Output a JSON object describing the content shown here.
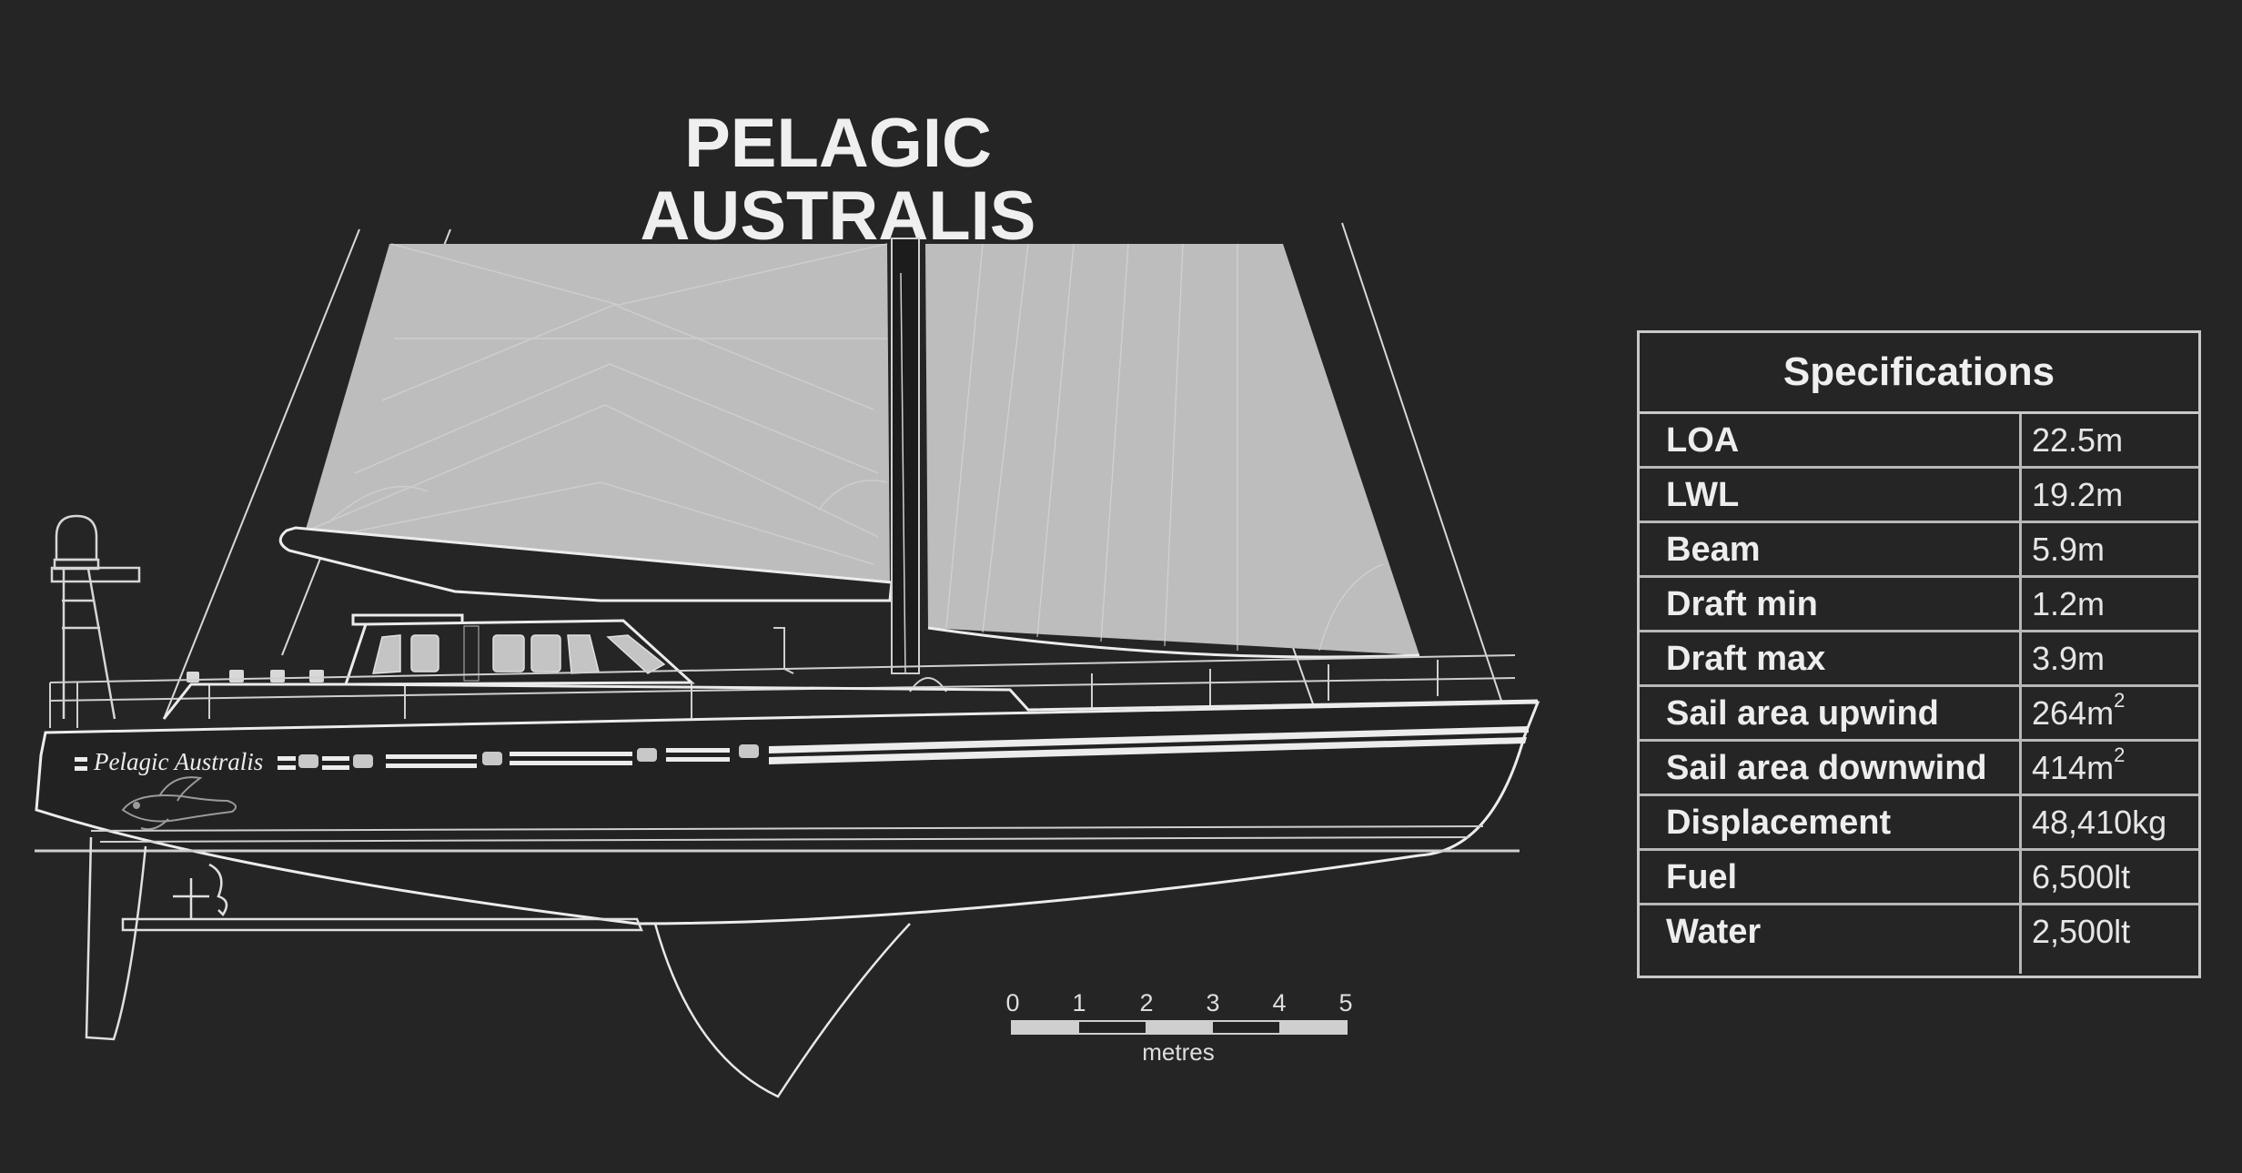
{
  "title": "PELAGIC AUSTRALIS",
  "hull_name": "Pelagic Australis",
  "colors": {
    "background": "#252525",
    "line": "#e8e8e8",
    "sail": "#bdbdbd",
    "table_border": "#c9c9c9"
  },
  "specifications": {
    "heading": "Specifications",
    "rows": [
      {
        "label": "LOA",
        "value": "22.5m"
      },
      {
        "label": "LWL",
        "value": "19.2m"
      },
      {
        "label": "Beam",
        "value": "5.9m"
      },
      {
        "label": "Draft min",
        "value": "1.2m"
      },
      {
        "label": "Draft max",
        "value": "3.9m"
      },
      {
        "label": "Sail area upwind",
        "value": "264m",
        "sup": "2"
      },
      {
        "label": "Sail area downwind",
        "value": "414m",
        "sup": "2"
      },
      {
        "label": "Displacement",
        "value": "48,410kg"
      },
      {
        "label": "Fuel",
        "value": "6,500lt"
      },
      {
        "label": "Water",
        "value": "2,500lt"
      }
    ]
  },
  "scale_bar": {
    "ticks": [
      "0",
      "1",
      "2",
      "3",
      "4",
      "5"
    ],
    "unit": "metres"
  },
  "icons": {
    "logo": "flying-fish-icon"
  }
}
